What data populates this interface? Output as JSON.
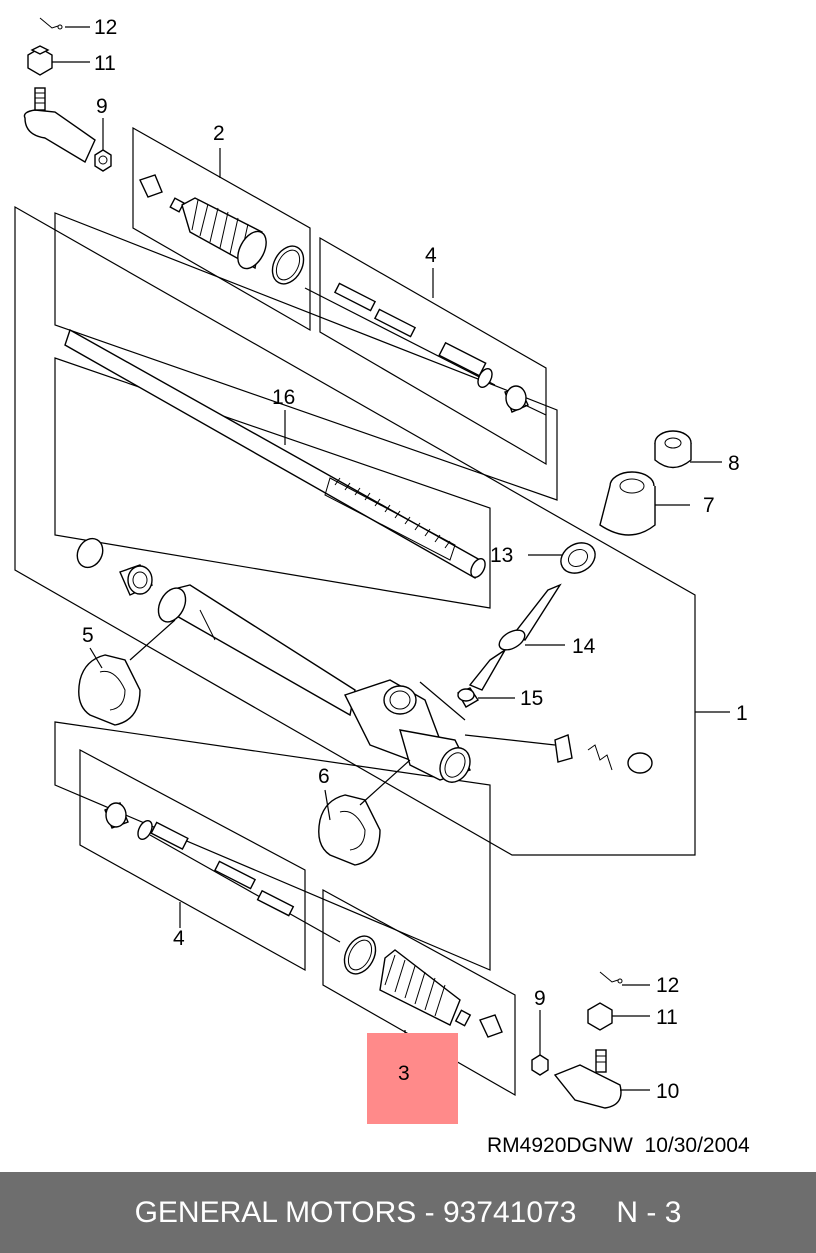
{
  "callouts": {
    "c1": "1",
    "c2": "2",
    "c3": "3",
    "c4a": "4",
    "c4b": "4",
    "c5": "5",
    "c6": "6",
    "c7": "7",
    "c8": "8",
    "c9a": "9",
    "c9b": "9",
    "c10": "10",
    "c11a": "11",
    "c11b": "11",
    "c12a": "12",
    "c12b": "12",
    "c13": "13",
    "c14": "14",
    "c15": "15",
    "c16": "16"
  },
  "stamp": {
    "code": "RM4920DGNW",
    "date": "10/30/2004"
  },
  "footer": {
    "text": "GENERAL MOTORS - 93741073",
    "ref": "N - 3"
  },
  "colors": {
    "highlight": "#ff8a8a",
    "footer_bg": "#6e6e6e"
  }
}
